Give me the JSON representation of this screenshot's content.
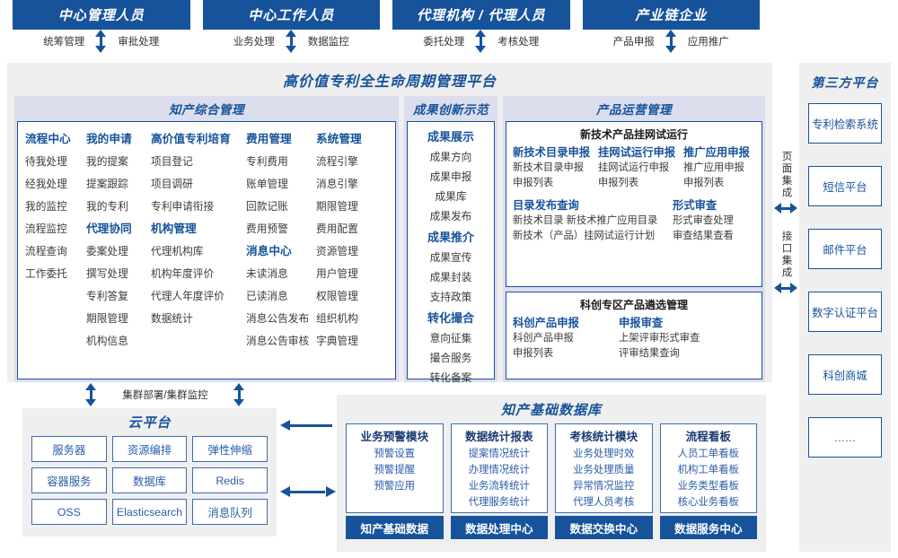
{
  "actors": [
    {
      "title": "中心管理人员",
      "left": "统筹管理",
      "right": "审批处理"
    },
    {
      "title": "中心工作人员",
      "left": "业务处理",
      "right": "数据监控"
    },
    {
      "title": "代理机构 / 代理人员",
      "left": "委托处理",
      "right": "考核处理"
    },
    {
      "title": "产业链企业",
      "left": "产品申报",
      "right": "应用推广"
    }
  ],
  "platform": {
    "title": "高价值专利全生命周期管理平台",
    "zhichan": {
      "header": "知产综合管理",
      "columns": [
        {
          "groups": [
            {
              "title": "流程中心",
              "items": [
                "待我处理",
                "经我处理",
                "我的监控",
                "流程监控",
                "流程查询",
                "工作委托"
              ]
            }
          ]
        },
        {
          "groups": [
            {
              "title": "我的申请",
              "items": [
                "我的提案",
                "提案跟踪",
                "我的专利"
              ]
            },
            {
              "title": "代理协同",
              "items": [
                "委案处理",
                "撰写处理",
                "专利答复",
                "期限管理",
                "机构信息"
              ]
            }
          ]
        },
        {
          "groups": [
            {
              "title": "高价值专利培育",
              "items": [
                "项目登记",
                "项目调研",
                "专利申请衔接"
              ]
            },
            {
              "title": "机构管理",
              "items": [
                "代理机构库",
                "机构年度评价",
                "代理人年度评价",
                "数据统计"
              ]
            }
          ]
        },
        {
          "groups": [
            {
              "title": "费用管理",
              "items": [
                "专利费用",
                "账单管理",
                "回款记账",
                "费用预警"
              ]
            },
            {
              "title": "消息中心",
              "items": [
                "未读消息",
                "已读消息",
                "消息公告发布",
                "消息公告审核"
              ]
            }
          ]
        },
        {
          "groups": [
            {
              "title": "系统管理",
              "items": [
                "流程引擎",
                "消息引擎",
                "期限管理",
                "费用配置",
                "资源管理",
                "用户管理",
                "权限管理",
                "组织机构",
                "字典管理"
              ]
            }
          ]
        }
      ]
    },
    "chengguo": {
      "header": "成果创新示范",
      "groups": [
        {
          "title": "成果展示",
          "items": [
            "成果方向",
            "成果申报",
            "成果库",
            "成果发布"
          ]
        },
        {
          "title": "成果推介",
          "items": [
            "成果宣传",
            "成果封装",
            "支持政策"
          ]
        },
        {
          "title": "转化撮合",
          "items": [
            "意向征集",
            "撮合服务",
            "转化备案"
          ]
        }
      ]
    },
    "chanpin": {
      "header": "产品运营管理",
      "box1": {
        "title": "新技术产品挂网试运行",
        "row1": [
          {
            "title": "新技术目录申报",
            "items": [
              "新技术目录申报",
              "申报列表"
            ]
          },
          {
            "title": "挂网试运行申报",
            "items": [
              "挂网试运行申报",
              "申报列表"
            ]
          },
          {
            "title": "推广应用申报",
            "items": [
              "推广应用申报",
              "申报列表"
            ]
          }
        ],
        "row2": [
          {
            "title": "目录发布查询",
            "items": [
              "新技术目录    新技术推广应用目录",
              "新技术（产品）挂网试运行计划"
            ]
          },
          {
            "title": "形式审查",
            "items": [
              "形式审查处理",
              "审查结果查看"
            ]
          }
        ]
      },
      "box2": {
        "title": "科创专区产品遴选管理",
        "row1": [
          {
            "title": "科创产品申报",
            "items": [
              "科创产品申报",
              "申报列表"
            ]
          },
          {
            "title": "申报审查",
            "items": [
              "上架评审形式审查",
              "评审结果查询"
            ]
          }
        ]
      }
    }
  },
  "integration": [
    {
      "label": "页面集成"
    },
    {
      "label": "接口集成"
    }
  ],
  "third_party": {
    "title": "第三方平台",
    "items": [
      "专利检索系统",
      "短信平台",
      "邮件平台",
      "数字认证平台",
      "科创商城",
      "……"
    ]
  },
  "cluster": {
    "label": "集群部署/集群监控"
  },
  "cloud": {
    "title": "云平台",
    "cells": [
      "服务器",
      "资源编排",
      "弹性伸缩",
      "容器服务",
      "数据库",
      "Redis",
      "OSS",
      "Elasticsearch",
      "消息队列"
    ]
  },
  "knowledge_base": {
    "title": "知产基础数据库",
    "columns": [
      {
        "header": "业务预警模块",
        "items": [
          "预警设置",
          "预警提醒",
          "预警应用"
        ],
        "footer": "知产基础数据"
      },
      {
        "header": "数据统计报表",
        "items": [
          "提案情况统计",
          "办理情况统计",
          "业务流转统计",
          "代理服务统计"
        ],
        "footer": "数据处理中心"
      },
      {
        "header": "考核统计模块",
        "items": [
          "业务处理时效",
          "业务处理质量",
          "异常情况监控",
          "代理人员考核"
        ],
        "footer": "数据交换中心"
      },
      {
        "header": "流程看板",
        "items": [
          "人员工单看板",
          "机构工单看板",
          "业务类型看板",
          "核心业务看板"
        ],
        "footer": "数据服务中心"
      }
    ]
  },
  "colors": {
    "primary": "#17539B",
    "panel_bg": "#efefef",
    "section_bg": "#DCDEEE",
    "card_border": "#3D6CB0"
  }
}
